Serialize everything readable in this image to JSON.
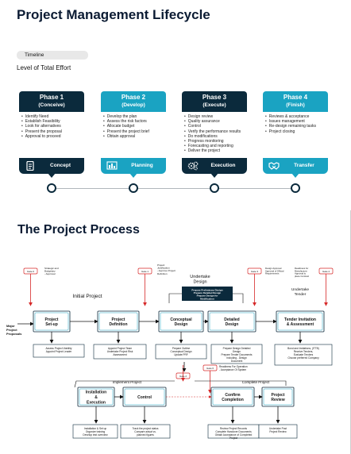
{
  "page_title": "Project Management Lifecycle",
  "timeline_label": "Timeline",
  "effort_label": "Level of Total Effort",
  "phases": [
    {
      "title": "Phase 1",
      "subtitle": "(Conceive)",
      "color": "#0b2a3c",
      "items": [
        "Identify Need",
        "Establish Feasibility",
        "Look for alternatives",
        "Present the proposal",
        "Approval to proceed"
      ],
      "bar_label": "Concept",
      "icon": "document-icon"
    },
    {
      "title": "Phase 2",
      "subtitle": "(Develop)",
      "color": "#1aa3c2",
      "items": [
        "Develop the plan",
        "Assess the risk factors",
        "Allocate budget",
        "Present the project brief",
        "Obtain approval"
      ],
      "bar_label": "Planning",
      "icon": "chart-icon"
    },
    {
      "title": "Phase 3",
      "subtitle": "(Execute)",
      "color": "#0b2a3c",
      "items": [
        "Design review",
        "Quality assurance",
        "Control",
        "Verify the performance results",
        "Do modifications",
        "Progress monitoring",
        "Forecasting and reporting",
        "Deliver the project"
      ],
      "bar_label": "Execution",
      "icon": "gears-icon"
    },
    {
      "title": "Phase 4",
      "subtitle": "(Finish)",
      "color": "#1aa3c2",
      "items": [
        "Reviews & acceptance",
        "Issues management",
        "Re-design remaining tasks",
        "Project closing"
      ],
      "bar_label": "Transfer",
      "icon": "handshake-icon"
    }
  ],
  "section_title": "The Project Process",
  "process": {
    "gates": [
      "Gate 0",
      "Gate 1",
      "Gate 2",
      "Gate 3",
      "Gate 4",
      "Gate 5",
      "Gate 6"
    ],
    "gate_notes": {
      "g0": [
        "Strategic and",
        "Budgetary",
        "- Approval"
      ],
      "g1": [
        "Project",
        "Justification",
        "- Approve Project",
        "Definition"
      ],
      "g3": [
        "Design Approval",
        "Approval of Official",
        "Requirements"
      ],
      "g4": [
        "Readiness for",
        "Manufacture:",
        "Approval to",
        "place Contract"
      ],
      "g6": [
        "Readiness For Operation",
        "- Acceptance Of System"
      ]
    },
    "phase_labels": {
      "initial": "Initial Project",
      "undertake_design": [
        "Undertake",
        "Design"
      ],
      "undertake_tender": [
        "Undertake",
        "Tender"
      ],
      "implement": "Implement Project",
      "complete": "Complete Project"
    },
    "proposals": [
      "Major",
      "Project",
      "Proposals"
    ],
    "main_steps": [
      [
        "Project",
        "Set-up"
      ],
      [
        "Project",
        "Definition"
      ],
      [
        "Conceptual",
        "Design"
      ],
      [
        "Detailed",
        "Design"
      ],
      [
        "Tender Invitation",
        "& Assessment"
      ]
    ],
    "design_note": [
      "Prepare Preliminary Design",
      "Prepare Detailed Design",
      "Prepare Design for",
      "Modification"
    ],
    "notes": [
      [
        "Assess Project Viability",
        "Appoint Project Leader"
      ],
      [
        "Appoint Project Team",
        "Undertake Project Risk",
        "Assessment"
      ],
      [
        "Prepare Outline",
        "Conceptual Design",
        "Update PRF"
      ],
      [
        "Prepare Design Detailed",
        "Design",
        "Prepare Tender Documents",
        "Including - Design",
        "Document"
      ],
      [
        "Bond and Invitations, (ITTB)",
        "Receive Tenders,",
        "Evaluate Tenders",
        "Choose preferred Company"
      ]
    ],
    "impl_steps": [
      [
        "Installation",
        "&",
        "Execution"
      ],
      [
        "Control"
      ],
      [
        "Confirm",
        "Completion"
      ],
      [
        "Project",
        "Review"
      ]
    ],
    "impl_notes": [
      [
        "Installation & Set up",
        "Organize training",
        "Develop test overview"
      ],
      [
        "Track the project status",
        "Compare actual vs.",
        "planned figures"
      ],
      [
        "Review Project Records",
        "Complete Handover Documents",
        "Obtain Acceptance of Completed",
        "Project"
      ],
      [
        "Undertake Post",
        "Project Review"
      ]
    ]
  }
}
